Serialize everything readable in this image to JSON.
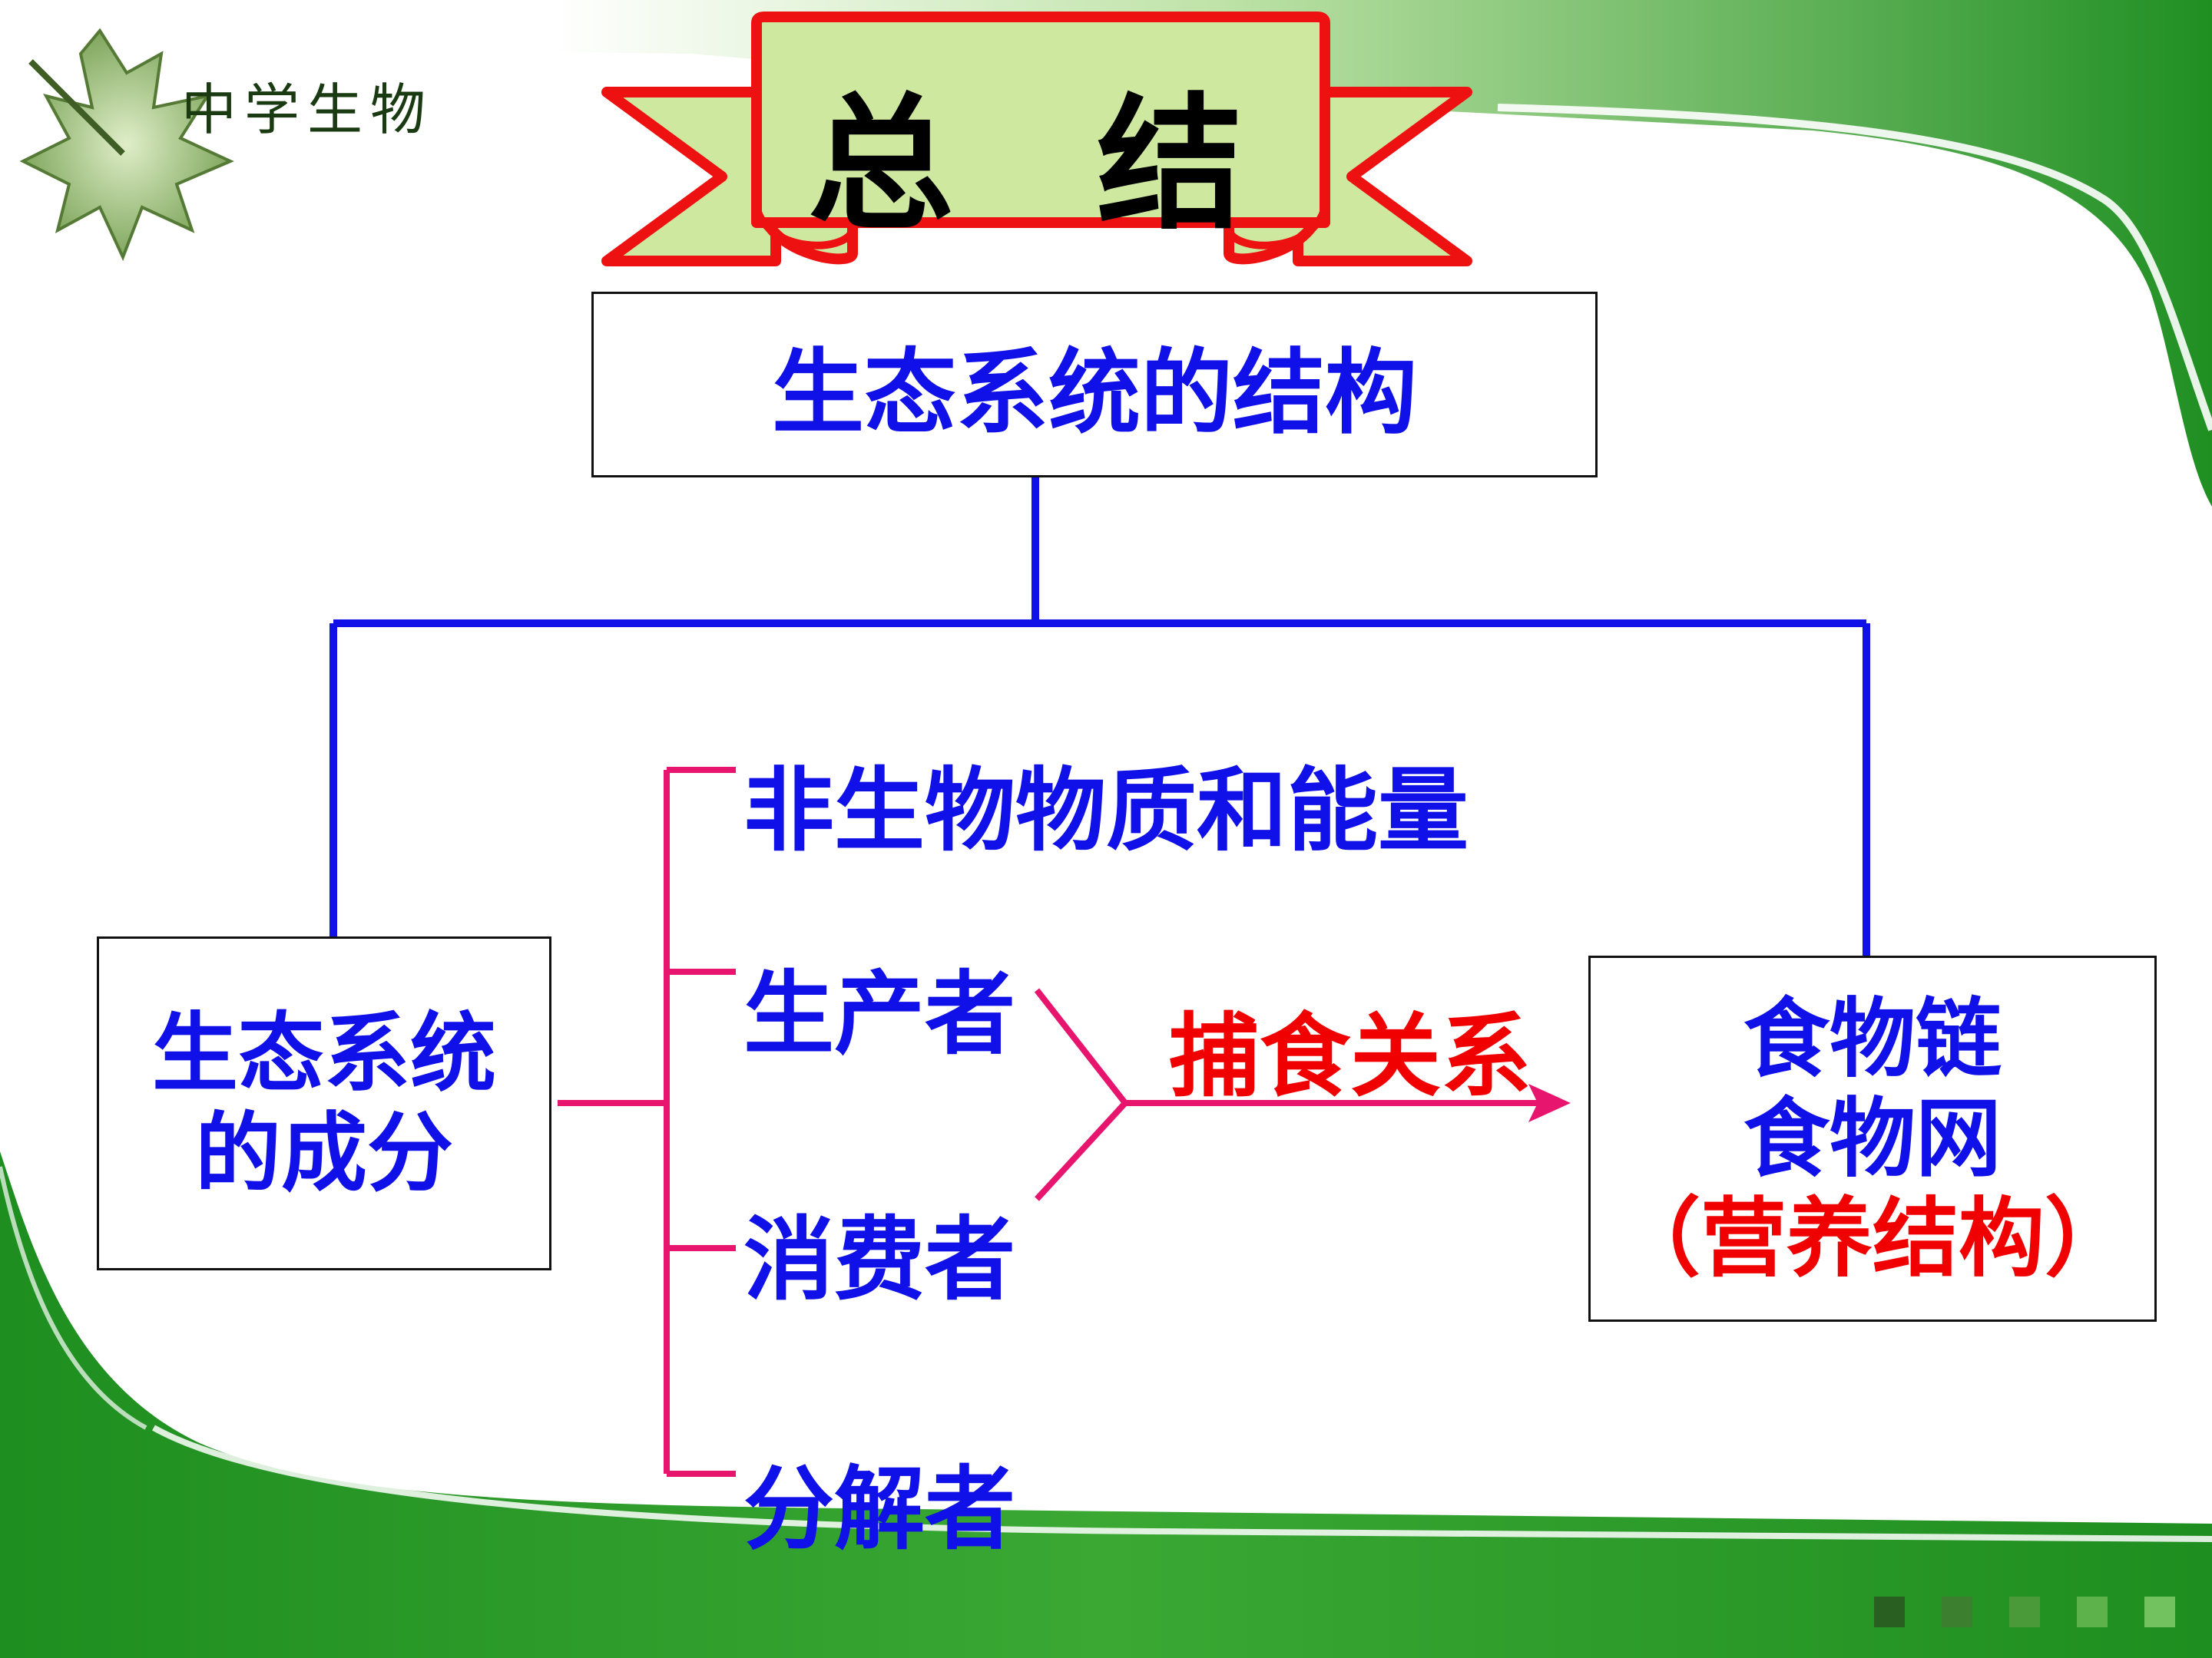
{
  "brand": {
    "text": "中学生物"
  },
  "title": {
    "text": "总 结"
  },
  "root": {
    "label": "生态系统的结构"
  },
  "components_box": {
    "line1": "生态系统",
    "line2": "的成分"
  },
  "components": [
    {
      "label": "非生物物质和能量"
    },
    {
      "label": "生产者"
    },
    {
      "label": "消费者"
    },
    {
      "label": "分解者"
    }
  ],
  "relation": {
    "label": "捕食关系"
  },
  "nutrition_box": {
    "line1": "食物链",
    "line2": "食物网",
    "line3": "（营养结构）"
  },
  "icons": {
    "leaf": "maple-leaf-icon",
    "nav": "nav-square-icons"
  },
  "colors": {
    "connector_blue": "#1010e8",
    "connector_pink": "#e8156e",
    "text_blue": "#1010e8",
    "text_red": "#f00000",
    "ribbon_red": "#ee1111",
    "ribbon_fill": "#cfe8a0",
    "green_band": "#2e9a2a"
  }
}
